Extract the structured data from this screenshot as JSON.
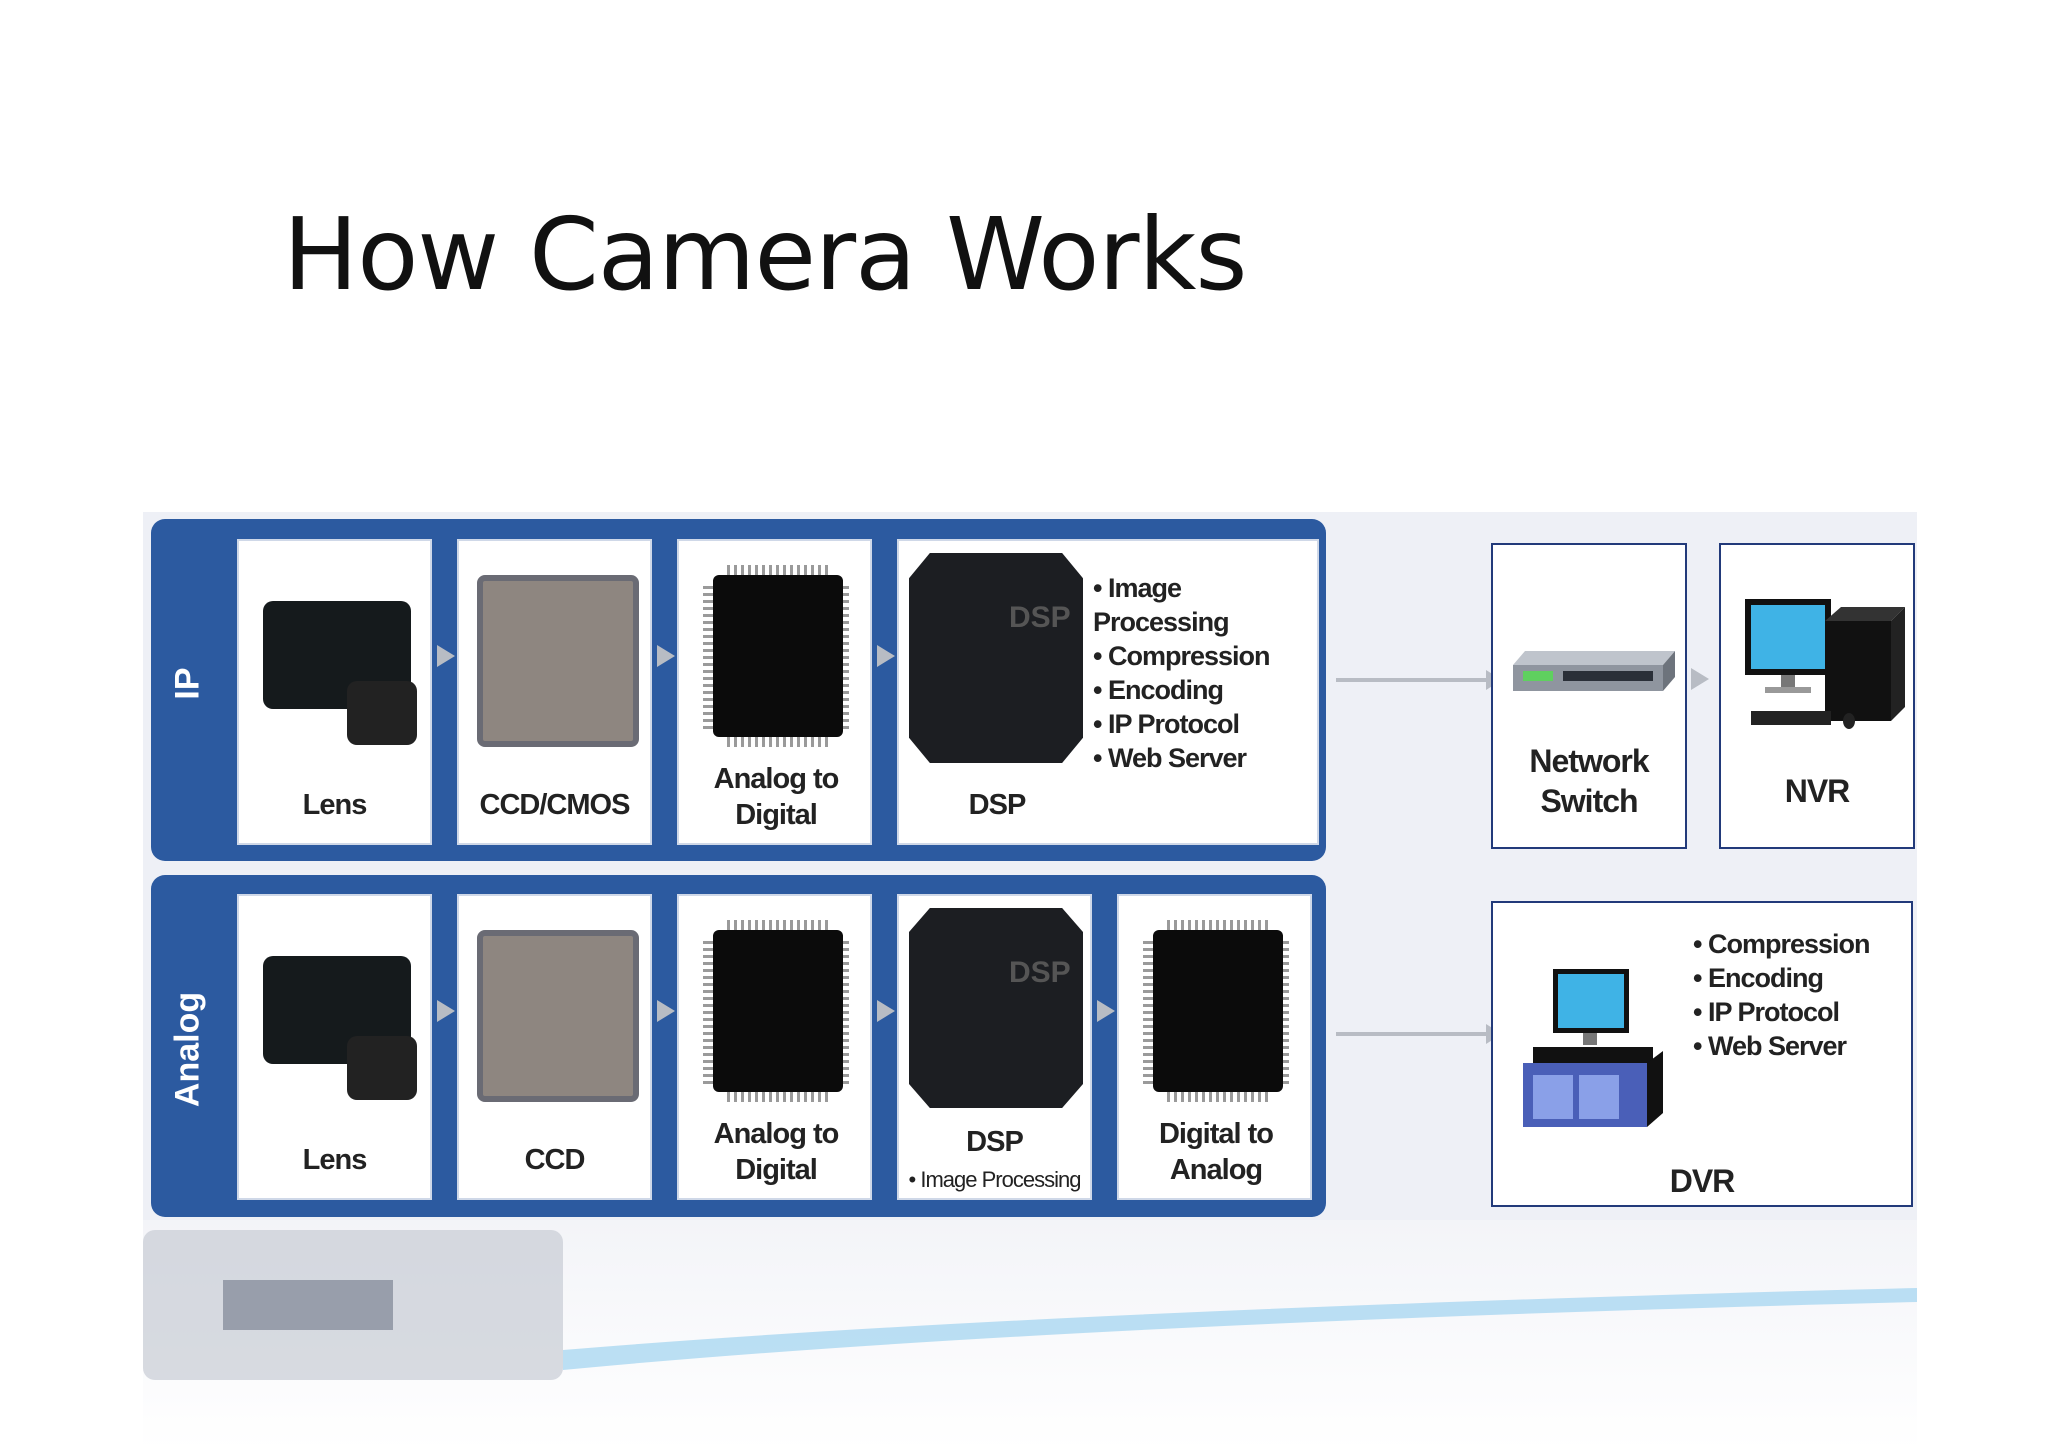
{
  "title": "How Camera Works",
  "ip_row": {
    "label": "IP",
    "lens": "Lens",
    "sensor": "CCD/CMOS",
    "adc": "Analog to Digital",
    "dsp": "DSP",
    "dsp_features": [
      "Image Processing",
      "Compression",
      "Encoding",
      "IP Protocol",
      "Web Server"
    ],
    "switch": "Network Switch",
    "recorder": "NVR"
  },
  "analog_row": {
    "label": "Analog",
    "lens": "Lens",
    "sensor": "CCD",
    "adc": "Analog to Digital",
    "dsp": "DSP",
    "dsp_note": "Image Processing",
    "dac": "Digital to Analog",
    "recorder": "DVR",
    "recorder_features": [
      "Compression",
      "Encoding",
      "IP Protocol",
      "Web Server"
    ]
  },
  "chip_marking": "DSP",
  "colors": {
    "band": "#2c5aa0",
    "arrow": "#b8bcc4",
    "monitor": "#3fb3e6"
  }
}
